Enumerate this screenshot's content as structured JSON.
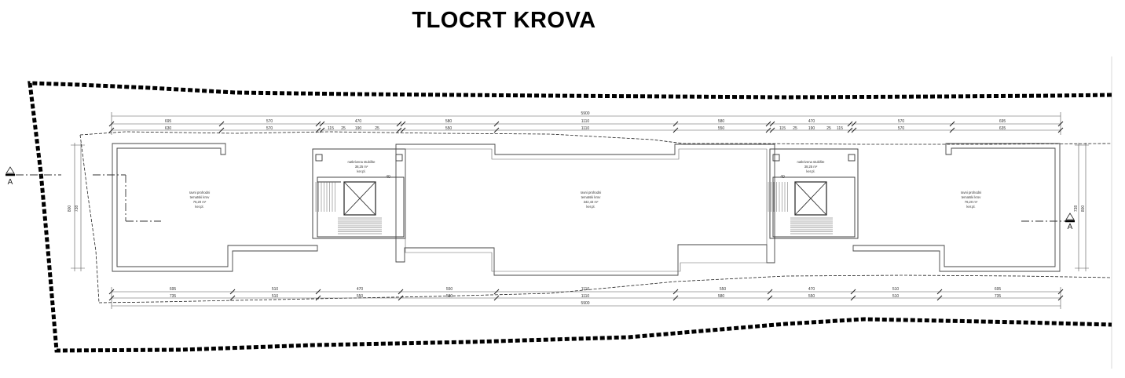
{
  "title": "TLOCRT KROVA",
  "dimensions": {
    "top_overall": "5900",
    "top_row1": [
      "695",
      "570",
      "470",
      "580",
      "1110",
      "580",
      "470",
      "570",
      "695"
    ],
    "top_row2": [
      "630",
      "570",
      "115",
      "25",
      "190",
      "25",
      "550",
      "1110",
      "550",
      "115",
      "25",
      "190",
      "25",
      "115",
      "570",
      "635"
    ],
    "bottom_row1": [
      "695",
      "510",
      "470",
      "550",
      "1110",
      "550",
      "470",
      "510",
      "695"
    ],
    "bottom_row2": [
      "735",
      "510",
      "550",
      "580",
      "1110",
      "580",
      "550",
      "510",
      "735"
    ],
    "bottom_overall": "5900",
    "left_vertical": [
      "800",
      "738"
    ],
    "right_vertical": [
      "738",
      "800"
    ],
    "misc": [
      "40",
      "40"
    ]
  },
  "rooms": [
    {
      "lines": [
        "ravni prohodni",
        "tematski krov",
        "76,20 m²",
        "ker.pl."
      ]
    },
    {
      "lines": [
        "natkrivena stubište",
        "38,25 m²",
        "ker.pl."
      ]
    },
    {
      "lines": [
        "ravni prohodni",
        "tematski krov",
        "342,43 m²",
        "ker.pl."
      ]
    },
    {
      "lines": [
        "natkrivena stubište",
        "38,25 m²",
        "ker.pl."
      ]
    },
    {
      "lines": [
        "ravni prohodni",
        "tematski krov",
        "76,20 m²",
        "ker.pl."
      ]
    }
  ],
  "section_markers": [
    {
      "label": "A"
    },
    {
      "label": "A"
    }
  ]
}
